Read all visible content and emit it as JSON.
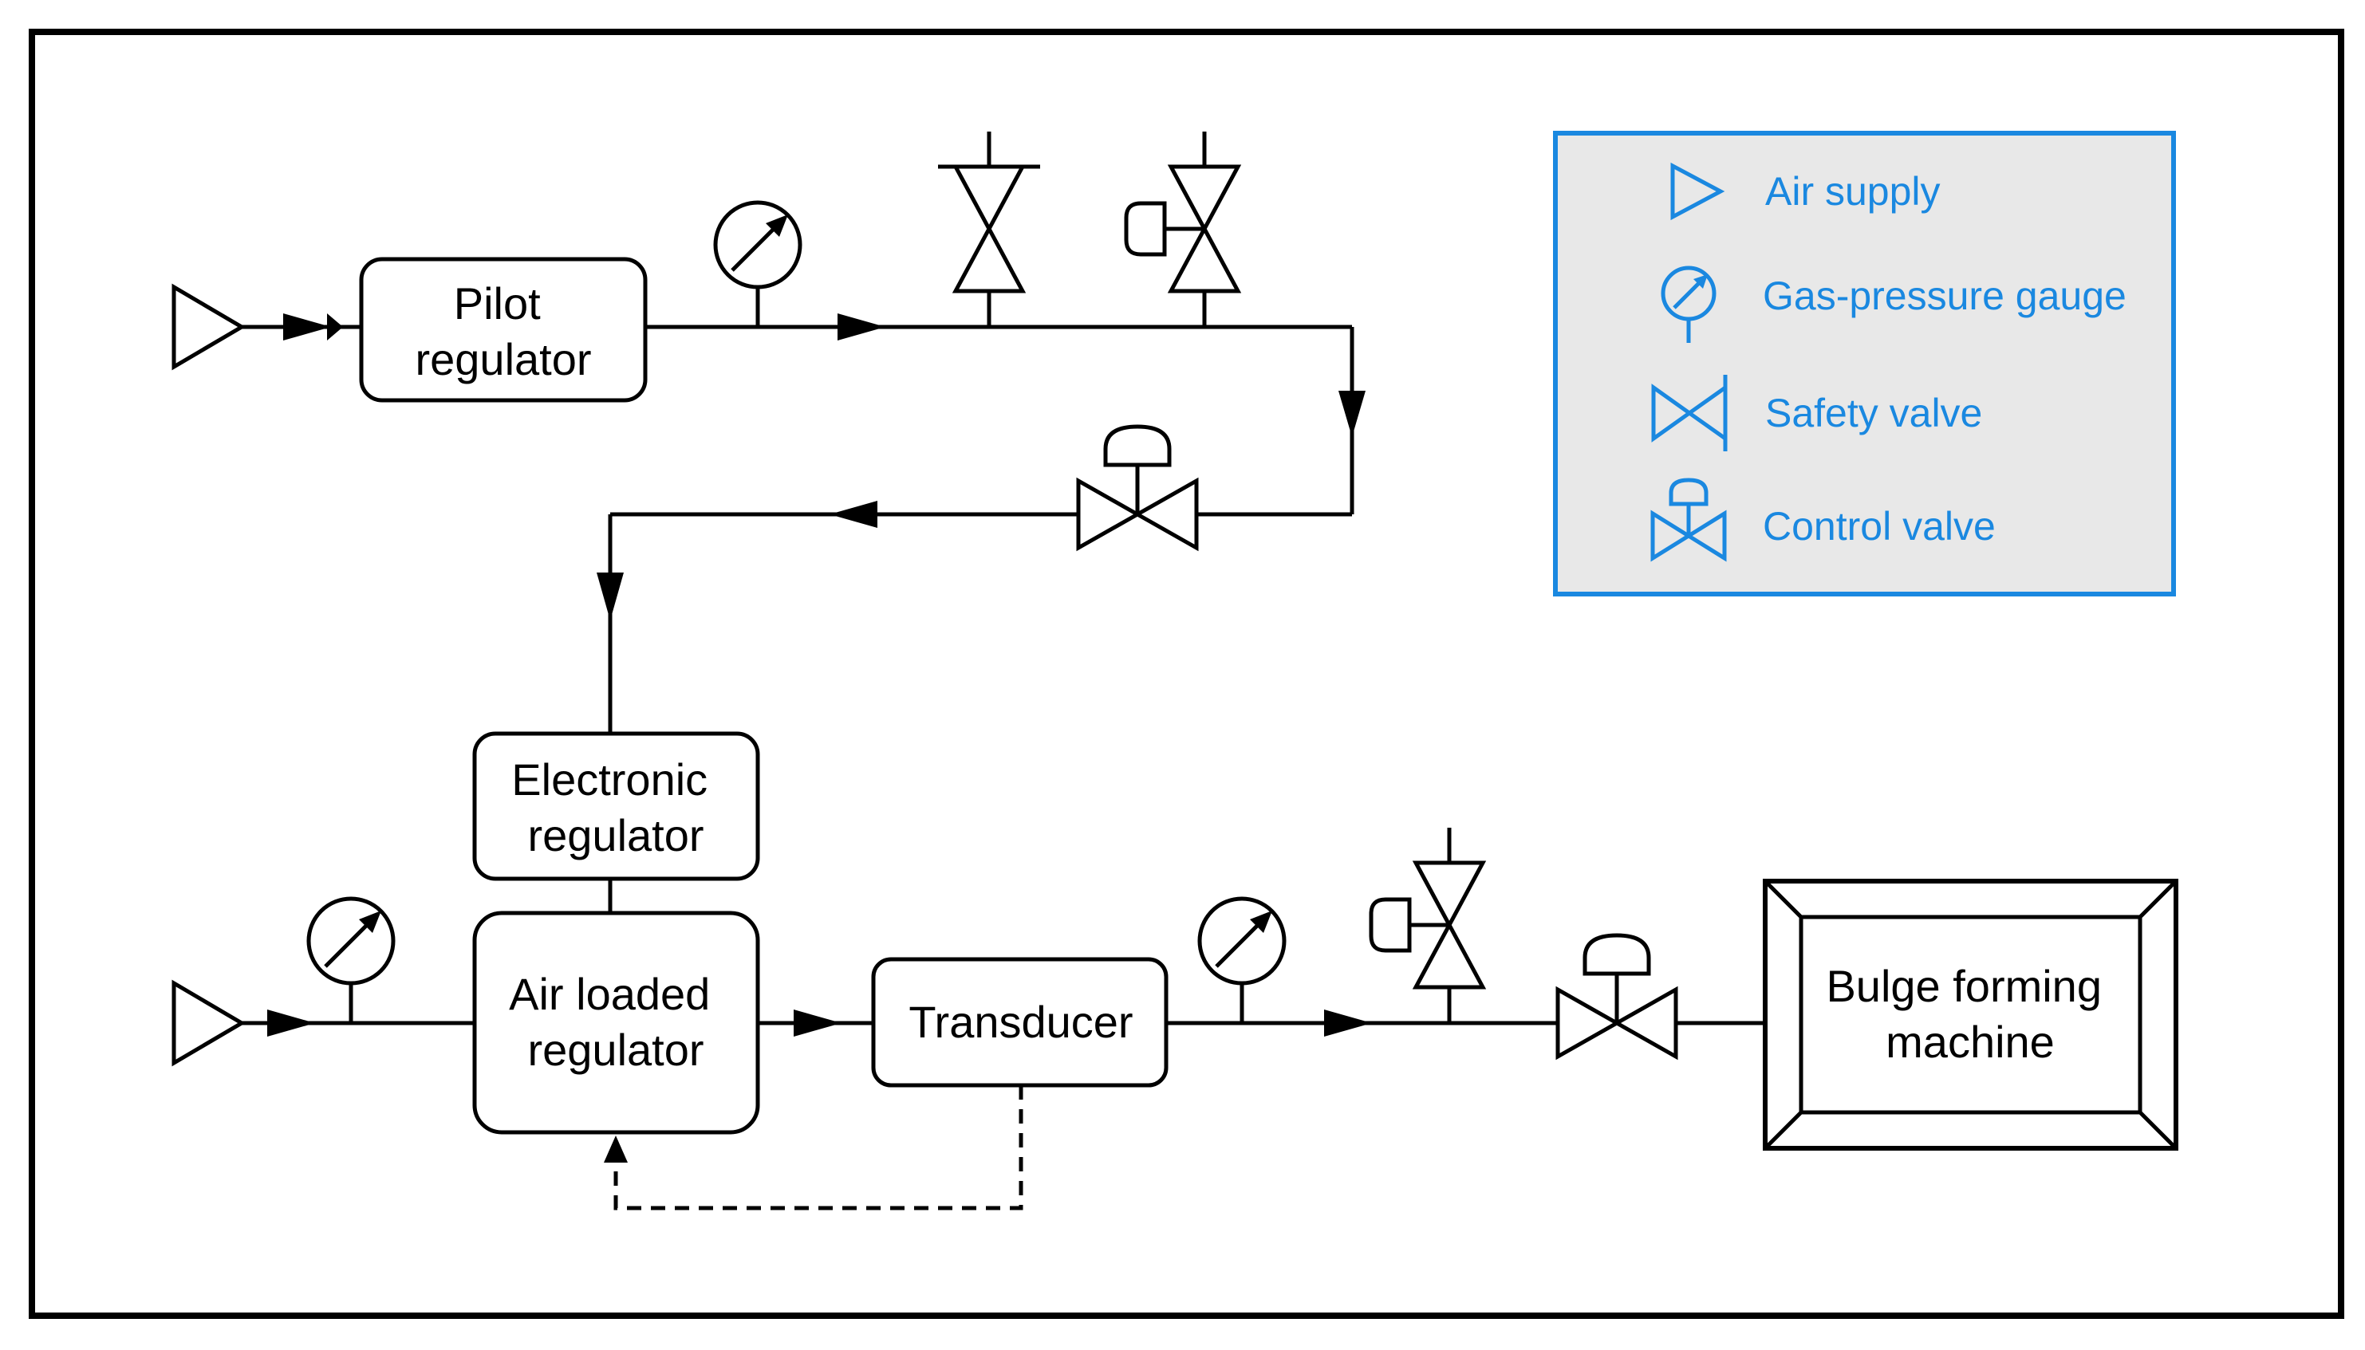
{
  "blocks": {
    "pilot_regulator": [
      "Pilot",
      "regulator"
    ],
    "electronic_regulator": [
      "Electronic",
      "regulator"
    ],
    "air_loaded_regulator": [
      "Air loaded",
      "regulator"
    ],
    "transducer": "Transducer",
    "bulge_forming_machine": [
      "Bulge forming",
      "machine"
    ]
  },
  "legend": {
    "color": "#1a88e0",
    "background": "#e8e8e8",
    "items": [
      {
        "icon": "air-supply-icon",
        "label": "Air supply"
      },
      {
        "icon": "gas-pressure-gauge-icon",
        "label": "Gas-pressure gauge"
      },
      {
        "icon": "safety-valve-icon",
        "label": "Safety valve"
      },
      {
        "icon": "control-valve-icon",
        "label": "Control valve"
      }
    ]
  }
}
